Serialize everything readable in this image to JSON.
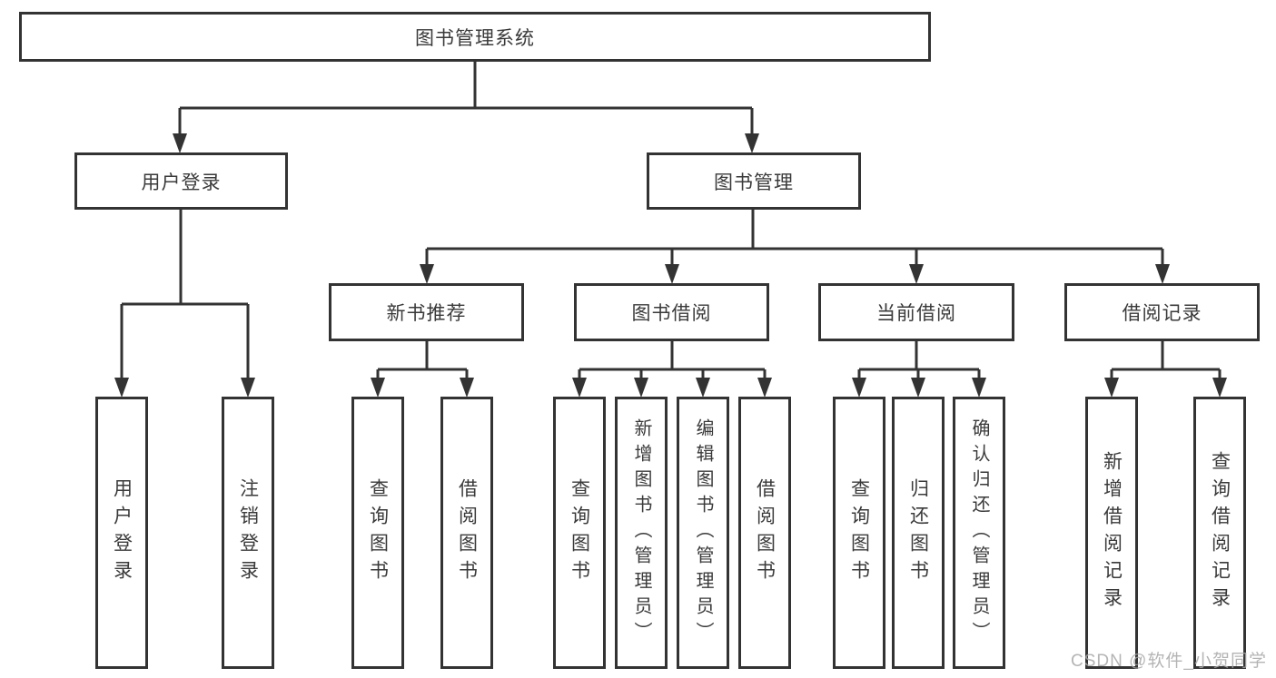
{
  "root": {
    "label": "图书管理系统"
  },
  "branches": [
    {
      "label": "用户登录",
      "children": [
        {
          "label": "用户登录"
        },
        {
          "label": "注销登录"
        }
      ]
    },
    {
      "label": "图书管理",
      "children": [
        {
          "label": "新书推荐",
          "children": [
            {
              "label": "查询图书"
            },
            {
              "label": "借阅图书"
            }
          ]
        },
        {
          "label": "图书借阅",
          "children": [
            {
              "label": "查询图书"
            },
            {
              "label": "新增图书（管理员）"
            },
            {
              "label": "编辑图书（管理员）"
            },
            {
              "label": "借阅图书"
            }
          ]
        },
        {
          "label": "当前借阅",
          "children": [
            {
              "label": "查询图书"
            },
            {
              "label": "归还图书"
            },
            {
              "label": "确认归还（管理员）"
            }
          ]
        },
        {
          "label": "借阅记录",
          "children": [
            {
              "label": "新增借阅记录"
            },
            {
              "label": "查询借阅记录"
            }
          ]
        }
      ]
    }
  ],
  "watermark": "CSDN @软件_小贺同学",
  "colors": {
    "line": "#333333",
    "text": "#3a3a3a",
    "watermark": "#a8a8a8",
    "background": "#ffffff"
  }
}
